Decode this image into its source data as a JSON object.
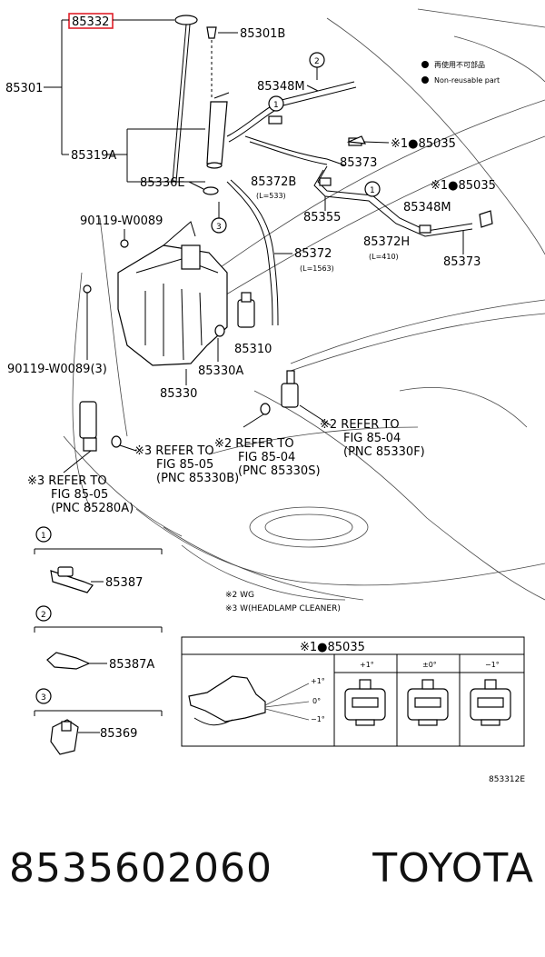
{
  "legend": {
    "reuse_text": "再使用不可部品",
    "nonreuse_text": "Non-reusable part"
  },
  "highlight_color": "#e0202a",
  "parts": {
    "p85332": "85332",
    "p85301B": "85301B",
    "p85301": "85301",
    "p85348M_top": "85348M",
    "p85319A": "85319A",
    "p85035_a": "※1●85035",
    "p85373_a": "85373",
    "p85336E": "85336E",
    "p85372B": "85372B",
    "p85372B_len": "(L=533)",
    "p85035_b": "※1●85035",
    "p85355": "85355",
    "p85348M_b": "85348M",
    "p85372H": "85372H",
    "p85372H_len": "(L=410)",
    "p85373_b": "85373",
    "p90119_a": "90119-W0089",
    "p85372": "85372",
    "p85372_len": "(L=1563)",
    "p85310": "85310",
    "p90119_b": "90119-W0089(3)",
    "p85330A": "85330A",
    "p85330": "85330"
  },
  "callouts": {
    "circle1": "1",
    "circle2": "2",
    "circle3": "3"
  },
  "refers": {
    "r85330F": [
      "※2 REFER TO",
      "FIG 85-04",
      "(PNC 85330F)"
    ],
    "r85330B": [
      "※3 REFER TO",
      "FIG 85-05",
      "(PNC 85330B)"
    ],
    "r85330S": [
      "※2 REFER TO",
      "FIG 85-04",
      "(PNC 85330S)"
    ],
    "r85280A": [
      "※3 REFER TO",
      "FIG 85-05",
      "(PNC 85280A)"
    ]
  },
  "notes": {
    "wg": "※2 WG",
    "w": "※3 W(HEADLAMP CLEANER)"
  },
  "sub_parts": {
    "s1": "85387",
    "s2": "85387A",
    "s3": "85369"
  },
  "detail_box": {
    "title": "※1●85035",
    "cols": [
      "+1°",
      "±0°",
      "−1°"
    ],
    "angles": [
      "+1°",
      "0°",
      "−1°"
    ]
  },
  "figure_code": "853312E",
  "footer": {
    "part_number": "8535602060",
    "brand": "TOYOTA"
  }
}
